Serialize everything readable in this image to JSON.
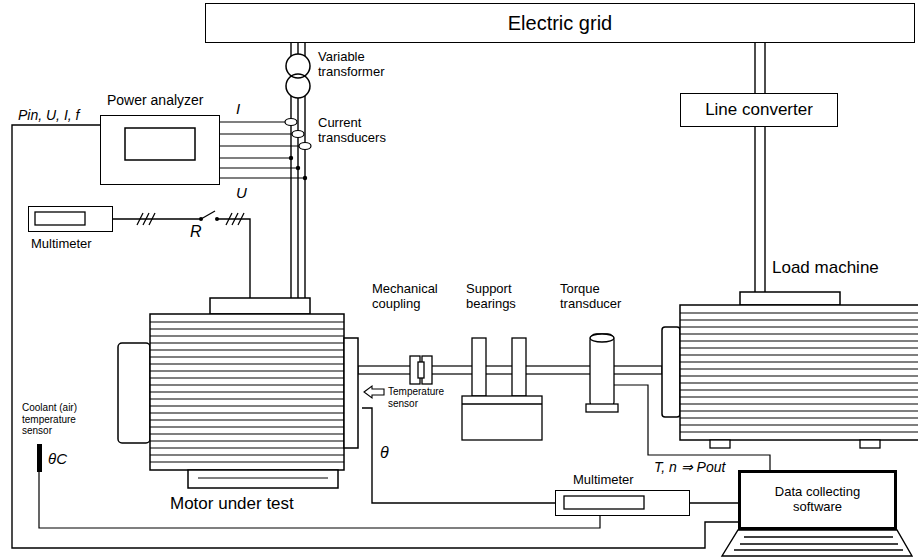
{
  "diagram": {
    "nodes": [
      {
        "text": [
          "Electric grid"
        ]
      },
      {
        "text": [
          "Power analyzer"
        ]
      },
      {
        "text": [
          "Line converter"
        ]
      },
      {
        "text": [
          "Multimeter"
        ]
      },
      {
        "text": [
          "Motor under test"
        ]
      },
      {
        "text": [
          "Load machine"
        ]
      },
      {
        "text": [
          "Multimeter"
        ]
      },
      {
        "text": [
          "Data collecting software"
        ]
      }
    ],
    "edges": [
      {
        "from": 4,
        "to": 0,
        "arrow": "none"
      },
      {
        "from": 2,
        "to": 0,
        "arrow": "none"
      },
      {
        "from": 2,
        "to": 5,
        "arrow": "none"
      },
      {
        "from": 3,
        "to": 4,
        "label": "R",
        "arrow": "none"
      },
      {
        "from": 1,
        "to": 7,
        "label": "Pin, U, I, f",
        "arrow": "none"
      },
      {
        "from": 4,
        "to": 6,
        "label": "θ",
        "arrow": "none"
      },
      {
        "from": 6,
        "to": 7,
        "arrow": "none"
      }
    ],
    "labels": [
      "Variable transformer",
      "Current transducers",
      "I",
      "U",
      "Mechanical coupling",
      "Support bearings",
      "Torque transducer",
      "Temperature sensor",
      "Coolant (air) temperature sensor",
      "θC",
      "T, n ⇒ Pout"
    ]
  }
}
